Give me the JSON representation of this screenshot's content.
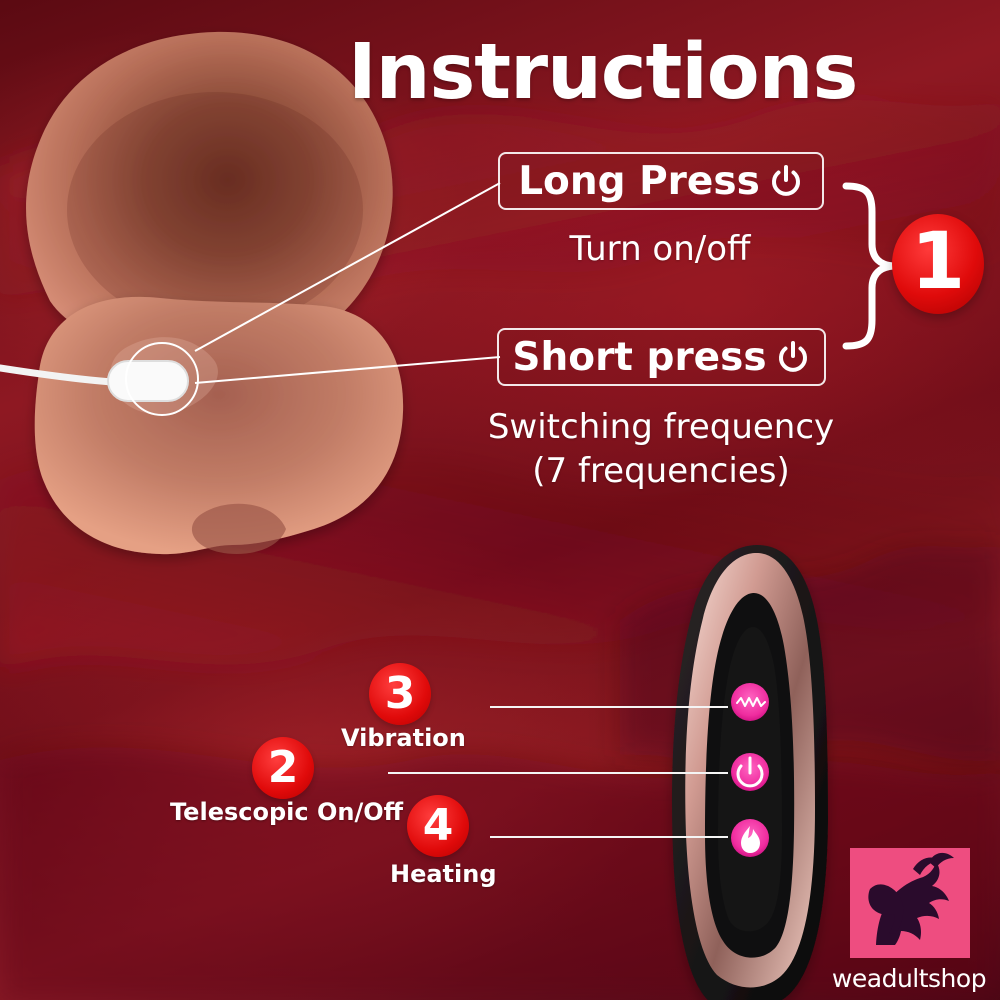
{
  "title": "Instructions",
  "step1": {
    "badge": "1",
    "long_press": {
      "label": "Long Press",
      "icon": "power-icon",
      "description": "Turn on/off"
    },
    "short_press": {
      "label": "Short press",
      "icon": "power-icon",
      "description_line1": "Switching frequency",
      "description_line2": "(7 frequencies)"
    }
  },
  "remote": {
    "buttons": [
      {
        "badge": "3",
        "label": "Vibration",
        "icon": "wave-icon"
      },
      {
        "badge": "2",
        "label": "Telescopic On/Off",
        "icon": "power-icon"
      },
      {
        "badge": "4",
        "label": "Heating",
        "icon": "flame-icon"
      }
    ]
  },
  "brand": {
    "logo": "woman-silhouette-logo",
    "text": "weadultshop"
  },
  "colors": {
    "badge_red": "#e00b0b",
    "accent_pink": "#ee4d80",
    "text_white": "#ffffff",
    "background_red": "#8e1822"
  }
}
